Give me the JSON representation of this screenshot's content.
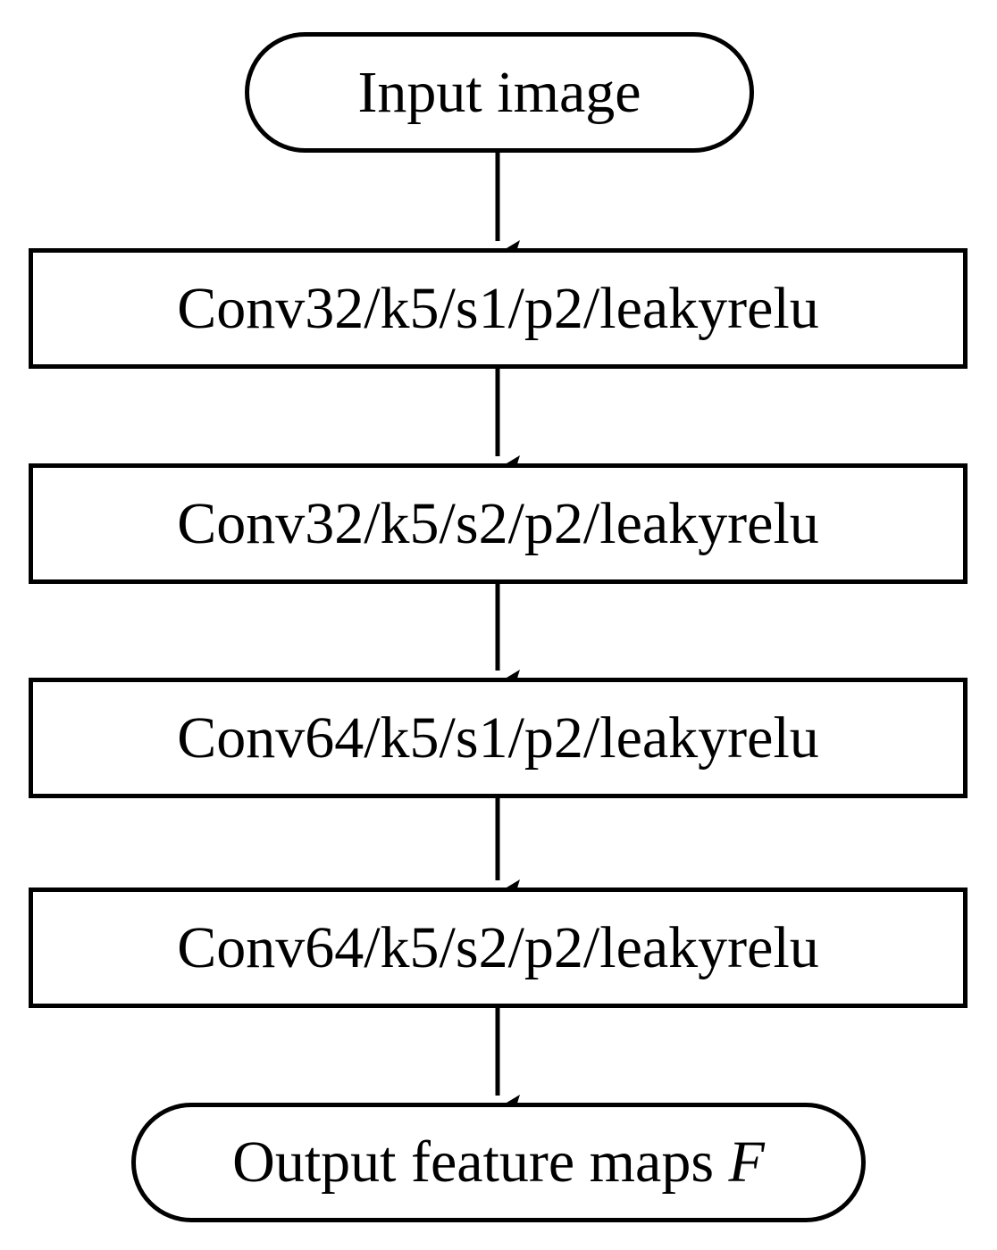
{
  "diagram": {
    "title": "CNN feature extractor flowchart",
    "orientation": "top-to-bottom",
    "background_color": "#ffffff",
    "line_color": "#000000",
    "text_color": "#000000",
    "nodes": [
      {
        "id": "input",
        "label": "Input image",
        "shape": "stadium"
      },
      {
        "id": "conv1",
        "label": "Conv32/k5/s1/p2/leakyrelu",
        "shape": "rectangle"
      },
      {
        "id": "conv2",
        "label": "Conv32/k5/s2/p2/leakyrelu",
        "shape": "rectangle"
      },
      {
        "id": "conv3",
        "label": "Conv64/k5/s1/p2/leakyrelu",
        "shape": "rectangle"
      },
      {
        "id": "conv4",
        "label": "Conv64/k5/s2/p2/leakyrelu",
        "shape": "rectangle"
      },
      {
        "id": "output",
        "label_prefix": "Output feature maps ",
        "label_variable": "F",
        "shape": "stadium"
      }
    ],
    "edges": [
      {
        "from": "input",
        "to": "conv1",
        "arrowhead": "solid-triangle"
      },
      {
        "from": "conv1",
        "to": "conv2",
        "arrowhead": "solid-triangle"
      },
      {
        "from": "conv2",
        "to": "conv3",
        "arrowhead": "solid-triangle"
      },
      {
        "from": "conv3",
        "to": "conv4",
        "arrowhead": "solid-triangle"
      },
      {
        "from": "conv4",
        "to": "output",
        "arrowhead": "solid-triangle"
      }
    ]
  }
}
